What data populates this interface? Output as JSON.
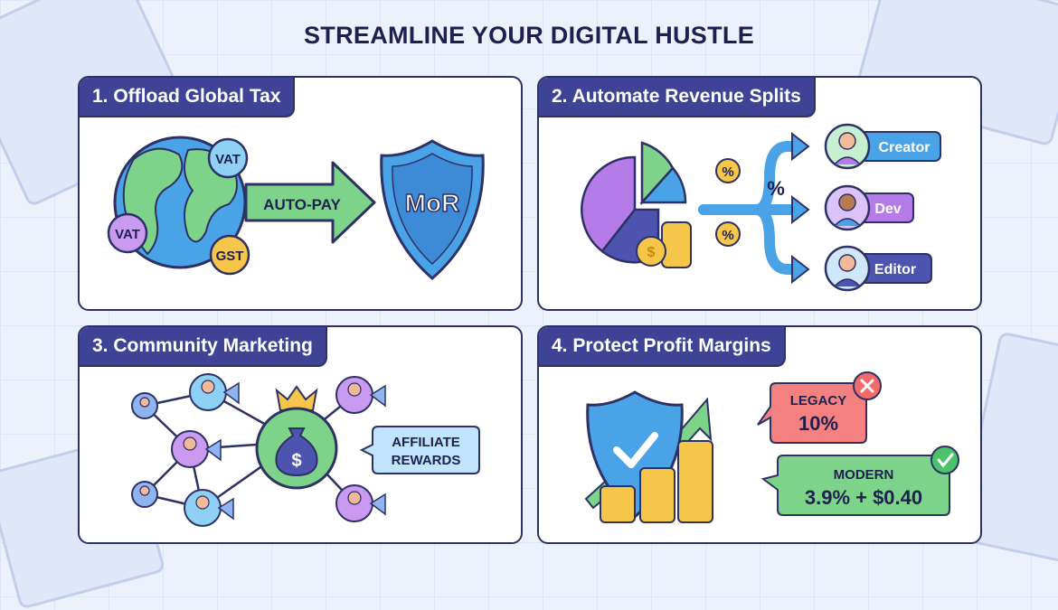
{
  "title": "STREAMLINE YOUR DIGITAL HUSTLE",
  "panels": [
    {
      "heading": "1. Offload Global Tax",
      "tax_badges": [
        "VAT",
        "VAT",
        "GST"
      ],
      "arrow_label": "AUTO-PAY",
      "shield_label": "MoR"
    },
    {
      "heading": "2. Automate Revenue Splits",
      "percent_symbol": "%",
      "recipients": [
        "Creator",
        "Dev",
        "Editor"
      ],
      "coin_symbol": "$"
    },
    {
      "heading": "3. Community Marketing",
      "bag_symbol": "$",
      "callout": [
        "AFFILIATE",
        "REWARDS"
      ]
    },
    {
      "heading": "4. Protect Profit Margins",
      "legacy": {
        "label": "LEGACY",
        "value": "10%"
      },
      "modern": {
        "label": "MODERN",
        "value": "3.9% + $0.40"
      }
    }
  ],
  "colors": {
    "navy": "#3f4396",
    "green": "#7ed38a",
    "blue": "#4aa3e6",
    "purple": "#b57be8",
    "gold": "#f5c64a",
    "red": "#f26b6b"
  }
}
